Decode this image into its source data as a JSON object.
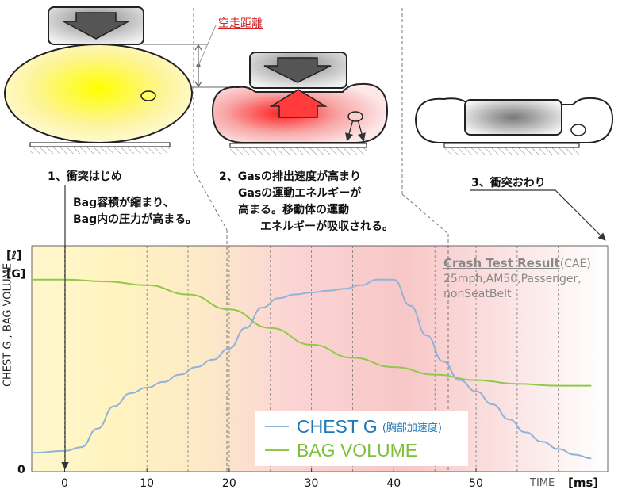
{
  "labels": {
    "free_travel": "空走距離",
    "step1_title": "1、衝突はじめ",
    "step1_desc_line1": "Bag容積が縮まり、",
    "step1_desc_line2": "Bag内の圧力が高まる。",
    "step2_line1": "2、Gasの排出速度が高まり",
    "step2_line2": "Gasの運動エネルギーが",
    "step2_line3": "高まる。移動体の運動",
    "step2_line4": "エネルギーが吸収される。",
    "step3_title": "3、衝突おわり"
  },
  "chart_text": {
    "y_unit_1": "[ℓ]",
    "y_unit_2": "[G]",
    "y_zero": "0",
    "y_axis_label": "CHEST G , BAG VOLUME",
    "x_label": "TIME",
    "x_unit": "[ms]",
    "result_title": "Crash Test Result",
    "result_title_suffix": "(CAE)",
    "result_line1": "25mph,AM50,Passenger,",
    "result_line2": "nonSeatBelt"
  },
  "legend": {
    "chest_main": "CHEST G",
    "chest_sub": "(胸部加速度)",
    "bag_main": "BAG VOLUME"
  },
  "colors": {
    "chest": "#8fb4d9",
    "bag": "#92c84a",
    "chest_text": "#1e77b6",
    "bag_text": "#7cbf3b"
  },
  "chart_data": {
    "type": "line",
    "x_ticks": [
      0,
      10,
      20,
      30,
      40,
      50
    ],
    "xlim": [
      -4,
      66
    ],
    "ylim": [
      0,
      1
    ],
    "grid": "vertical-dashed",
    "series": [
      {
        "name": "CHEST G",
        "x": [
          -4,
          0,
          2,
          4,
          6,
          8,
          10,
          12,
          14,
          16,
          18,
          20,
          22,
          24,
          26,
          28,
          30,
          32,
          34,
          36,
          38,
          40,
          42,
          44,
          46,
          48,
          50,
          52,
          54,
          56,
          58,
          60,
          62,
          64
        ],
        "y": [
          0.05,
          0.06,
          0.08,
          0.18,
          0.3,
          0.37,
          0.4,
          0.43,
          0.47,
          0.51,
          0.55,
          0.61,
          0.72,
          0.83,
          0.88,
          0.9,
          0.91,
          0.92,
          0.93,
          0.95,
          0.98,
          0.98,
          0.84,
          0.68,
          0.54,
          0.44,
          0.38,
          0.31,
          0.23,
          0.16,
          0.11,
          0.07,
          0.04,
          0.02
        ]
      },
      {
        "name": "BAG VOLUME",
        "x": [
          -4,
          0,
          5,
          10,
          15,
          20,
          25,
          30,
          35,
          40,
          45,
          50,
          55,
          60,
          64
        ],
        "y": [
          0.98,
          0.98,
          0.97,
          0.95,
          0.9,
          0.82,
          0.72,
          0.63,
          0.56,
          0.51,
          0.47,
          0.44,
          0.42,
          0.41,
          0.41
        ]
      }
    ]
  }
}
